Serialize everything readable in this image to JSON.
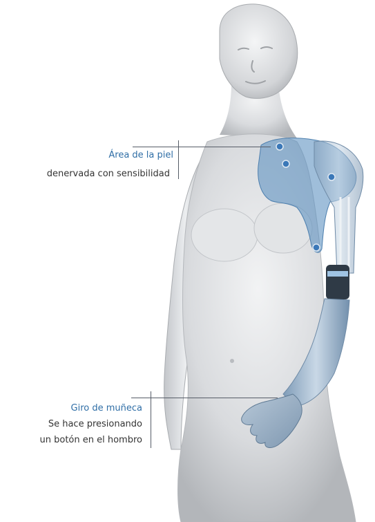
{
  "callouts": {
    "skin": {
      "title": "Área de la piel",
      "lines": [
        "denervada con sensibilidad"
      ]
    },
    "wrist": {
      "title": "Giro de muñeca",
      "lines": [
        "Se hace presionando",
        "un botón en el hombro"
      ]
    }
  },
  "colors": {
    "accent": "#2f6ea6",
    "text": "#333333",
    "body": "#d6d8db",
    "skin_area": "#5f93c2",
    "marker": "#3b78b8",
    "leader_line": "#555b66"
  }
}
